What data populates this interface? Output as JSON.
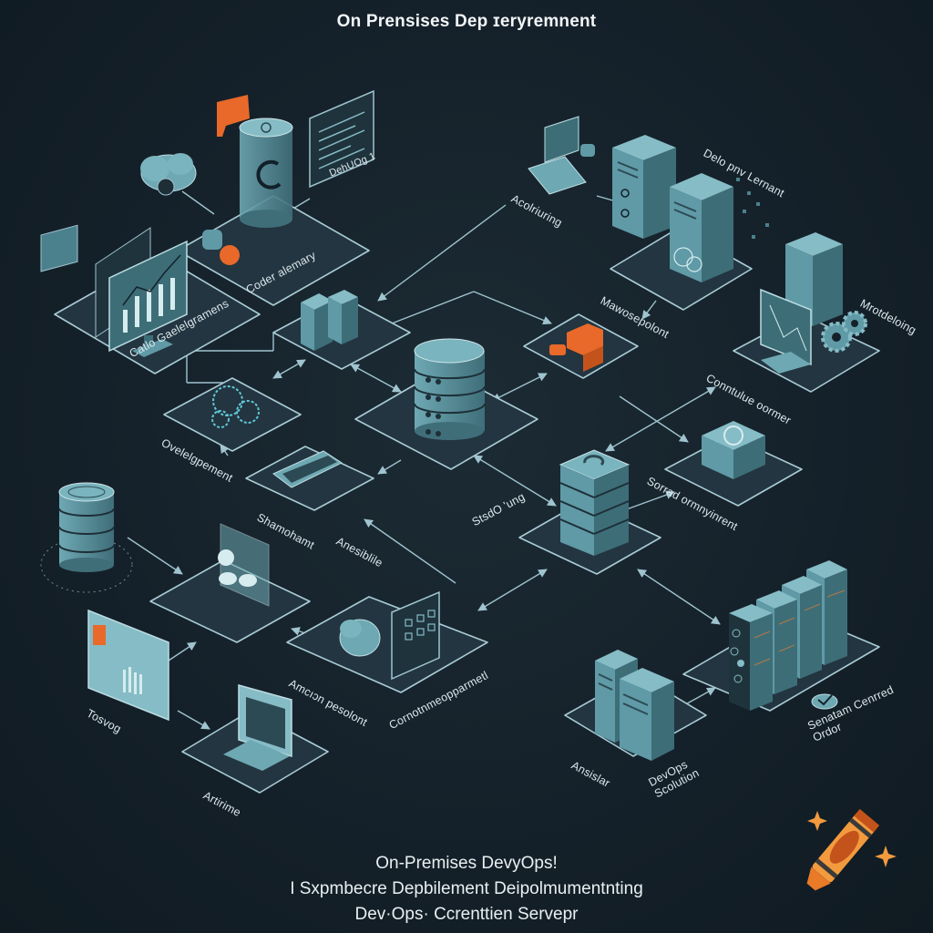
{
  "header": {
    "title": "On Prensises Dep ɪeryremnent"
  },
  "colors": {
    "background": "#15212a",
    "tile_fill": "#263640",
    "tile_stroke": "#9fc4cf",
    "device_teal": "#5f9aa6",
    "device_teal_light": "#86bcc6",
    "accent_orange": "#e8692a",
    "text": "#dce7ec"
  },
  "nodes": [
    {
      "id": "code-repository",
      "label": "Coder alemary",
      "icon": "cylinder-repository-icon"
    },
    {
      "id": "devops-1",
      "label": "DehUOg 1",
      "icon": "document-panel-icon"
    },
    {
      "id": "code-development",
      "label": "Catlo Gaelelgramens",
      "icon": "monitor-chart-icon"
    },
    {
      "id": "accounting",
      "label": "Acolriuring",
      "icon": "workstation-icon"
    },
    {
      "id": "deployment",
      "label": "Delo pnv Lernant",
      "icon": "server-tower-icon"
    },
    {
      "id": "management",
      "label": "Mawosepolont",
      "icon": "server-network-icon"
    },
    {
      "id": "monitoring",
      "label": "Mrotdeloing",
      "icon": "monitor-gears-icon"
    },
    {
      "id": "build-server",
      "label": "",
      "icon": "server-rack-icon"
    },
    {
      "id": "central-database",
      "label": "",
      "icon": "database-icon"
    },
    {
      "id": "orange-package",
      "label": "",
      "icon": "orange-package-icon"
    },
    {
      "id": "development",
      "label": "Ovelelgpement",
      "icon": "gears-chip-icon"
    },
    {
      "id": "container-server",
      "label": "Conntulue oormer",
      "icon": "container-box-icon"
    },
    {
      "id": "statement",
      "label": "Shamohamt",
      "icon": "dashboard-panel-icon"
    },
    {
      "id": "ansible",
      "label": "Anesiblile",
      "icon": "arrow-label"
    },
    {
      "id": "storage",
      "label": "StsdO 'ung",
      "icon": "storage-stack-icon"
    },
    {
      "id": "secured-environment",
      "label": "Sorrad ormnyinrent",
      "icon": "arrow-label"
    },
    {
      "id": "storage-db",
      "label": "",
      "icon": "database-ring-icon"
    },
    {
      "id": "artifact",
      "label": "",
      "icon": "glass-panel-icon"
    },
    {
      "id": "amazon-pipeline",
      "label": "Amcıɔn pesolont",
      "icon": "cloud-panel-icon"
    },
    {
      "id": "container-deployment",
      "label": "Cornotnmeopparmetl",
      "icon": "cloud-grid-icon"
    },
    {
      "id": "testing",
      "label": "Tosvog",
      "icon": "monitor-report-icon"
    },
    {
      "id": "artifacts-laptop",
      "label": "Artirime",
      "icon": "laptop-icon"
    },
    {
      "id": "server-cluster",
      "label": "",
      "icon": "server-cluster-icon"
    },
    {
      "id": "ansible-servers",
      "label": "Ansislar",
      "icon": "twin-servers-icon"
    },
    {
      "id": "devops-solution",
      "label": "DevOps Scolution",
      "icon": "twin-servers-icon"
    },
    {
      "id": "system-order",
      "label": "Senatam Cenrred Ordor",
      "icon": "check-disc-icon"
    }
  ],
  "footer": {
    "line1": "On-Premises DevyOps!",
    "line2": "I Sxpmbecre Depbilement Deipolmumentnting",
    "line3": "Dev·Ops· Ccrenttien Servepr"
  },
  "logo": {
    "icon": "crayon-icon"
  }
}
